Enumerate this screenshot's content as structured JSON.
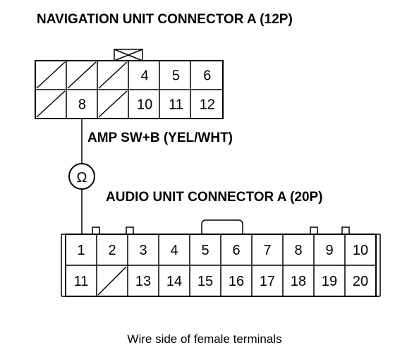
{
  "nav_connector": {
    "title": "NAVIGATION UNIT CONNECTOR A (12P)",
    "rows": [
      [
        "",
        "",
        "",
        "4",
        "5",
        "6"
      ],
      [
        "",
        "8",
        "",
        "10",
        "11",
        "12"
      ]
    ]
  },
  "wire_label": "AMP SW+B (YEL/WHT)",
  "meter_symbol": "Ω",
  "audio_connector": {
    "title": "AUDIO UNIT CONNECTOR A (20P)",
    "rows": [
      [
        "1",
        "2",
        "3",
        "4",
        "5",
        "6",
        "7",
        "8",
        "9",
        "10"
      ],
      [
        "11",
        "",
        "13",
        "14",
        "15",
        "16",
        "17",
        "18",
        "19",
        "20"
      ]
    ]
  },
  "caption": "Wire side of female terminals"
}
